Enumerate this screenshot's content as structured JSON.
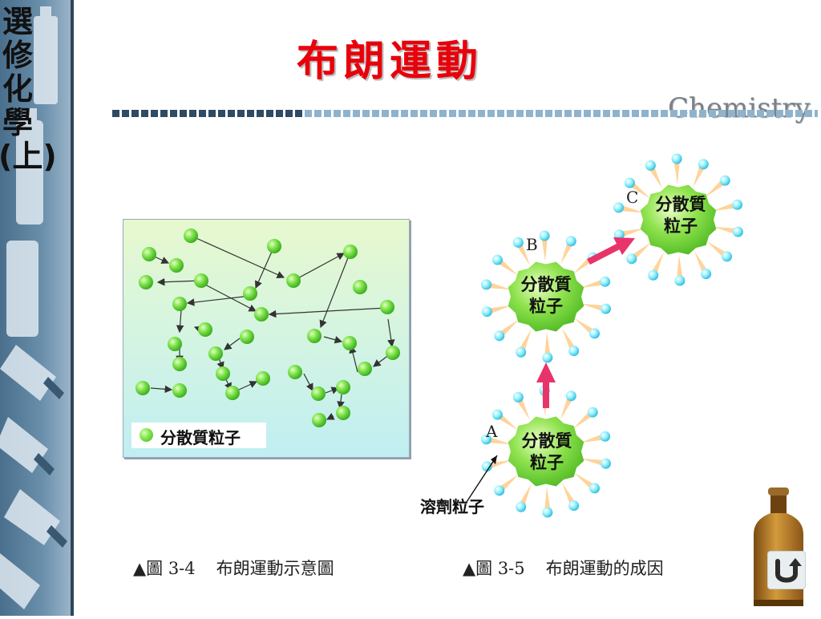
{
  "sidebar": {
    "title": "選修化學(上)"
  },
  "header": {
    "title": "布朗運動",
    "subject": "Chemistry"
  },
  "figure1": {
    "legend_label": "分散質粒子",
    "caption_number": "▲圖 3-4",
    "caption_text": "布朗運動示意圖"
  },
  "figure2": {
    "particle_label_line1": "分散質",
    "particle_label_line2": "粒子",
    "position_labels": [
      "A",
      "B",
      "C"
    ],
    "solvent_label": "溶劑粒子",
    "caption_number": "▲圖 3-5",
    "caption_text": "布朗運動的成因"
  },
  "colors": {
    "title_red": "#e8000b",
    "particle_green": "#6ed83c",
    "arrow_pink": "#e8336b",
    "sidebar_blue": "#5b7e99",
    "dash_dark": "#2f4a63",
    "dash_light": "#8fb3cc"
  },
  "icons": {
    "back_button": "return-arrow-icon",
    "bottle": "reagent-bottle-icon"
  }
}
